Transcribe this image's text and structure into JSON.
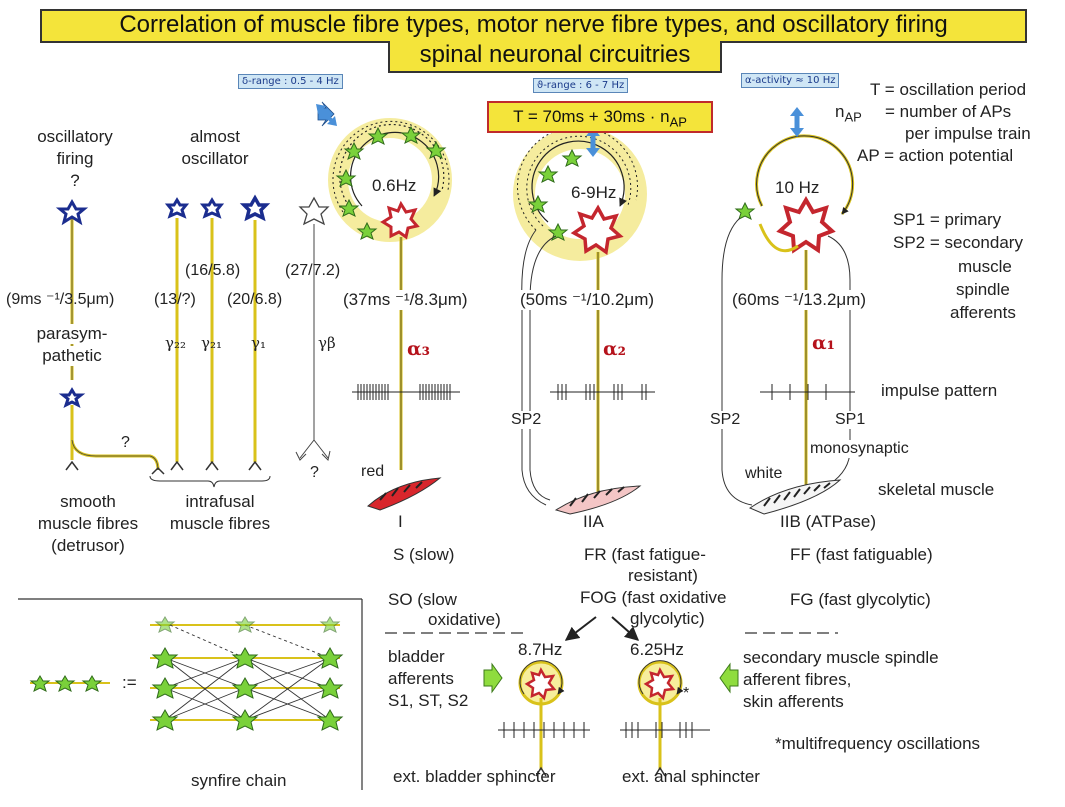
{
  "title": {
    "line1": "Correlation of muscle fibre types, motor nerve fibre types, and oscillatory firing",
    "line2": "spinal neuronal circuitries"
  },
  "ranges": {
    "delta": "δ-range : 0.5 - 4 Hz",
    "theta": "ϑ-range : 6 - 7 Hz",
    "alpha": "α-activity ≈ 10 Hz"
  },
  "formula": "T = 70ms + 30ms · n",
  "formula_sub": "AP",
  "legend": {
    "t_def": "T  =  oscillation period",
    "nap_sym": "n",
    "nap_sub": "AP",
    "nap_def": "=  number of APs",
    "nap_def2": "per impulse train",
    "ap_def": "AP  =  action potential",
    "sp1": "SP1 = primary",
    "sp2": "SP2 = secondary",
    "sp2b": "muscle",
    "sp2c": "spindle",
    "sp2d": "afferents"
  },
  "left": {
    "osc_firing": "oscillatory",
    "osc_firing2": "firing",
    "osc_q": "?",
    "almost": "almost",
    "almost2": "oscillator",
    "v_para": "(9ms ⁻¹/3.5μm)",
    "parasym": "parasym-",
    "parasym2": "pathetic",
    "v_g22": "(13/?)",
    "v_g21": "(16/5.8)",
    "v_g1": "(20/6.8)",
    "v_gb": "(27/7.2)",
    "g22": "γ₂₂",
    "g21": "γ₂₁",
    "g1": "γ₁",
    "gb": "γβ",
    "q_conn": "?",
    "q_gb": "?",
    "smooth": "smooth",
    "smooth2": "muscle fibres",
    "smooth3": "(detrusor)",
    "intrafusal": "intrafusal",
    "intrafusal2": "muscle fibres"
  },
  "units": [
    {
      "freq": "0.6Hz",
      "velocity": "(37ms ⁻¹/8.3μm)",
      "alpha": "α₃",
      "muscle": "I",
      "motor": "S (slow)",
      "metab": "SO (slow",
      "metab2": "oxidative)",
      "fibre_label": "red"
    },
    {
      "freq": "6-9Hz",
      "velocity": "(50ms ⁻¹/10.2μm)",
      "alpha": "α₂",
      "muscle": "IIA",
      "motor": "FR (fast fatigue-",
      "motor2": "resistant)",
      "metab": "FOG (fast oxidative",
      "metab2": "glycolytic)",
      "sp": "SP2"
    },
    {
      "freq": "10 Hz",
      "velocity": "(60ms ⁻¹/13.2μm)",
      "alpha": "α₁",
      "muscle": "IIB (ATPase)",
      "motor": "FF (fast fatiguable)",
      "metab": "FG (fast glycolytic)",
      "sp": "SP2",
      "sp1": "SP1",
      "mono": "monosynaptic",
      "fibre_label": "white"
    }
  ],
  "right_labels": {
    "impulse": "impulse pattern",
    "skeletal": "skeletal muscle"
  },
  "bottom": {
    "bladder": "bladder",
    "bladder2": "afferents",
    "bladder3": "S1, ST, S2",
    "f_bladder": "8.7Hz",
    "f_anal": "6.25Hz",
    "star": "*",
    "secondary": "secondary muscle spindle",
    "secondary2": "afferent fibres,",
    "secondary3": "skin afferents",
    "multi": "*multifrequency oscillations",
    "bladder_sph": "ext. bladder sphincter",
    "anal_sph": "ext. anal sphincter",
    "synfire": "synfire chain",
    "equals": ":="
  }
}
